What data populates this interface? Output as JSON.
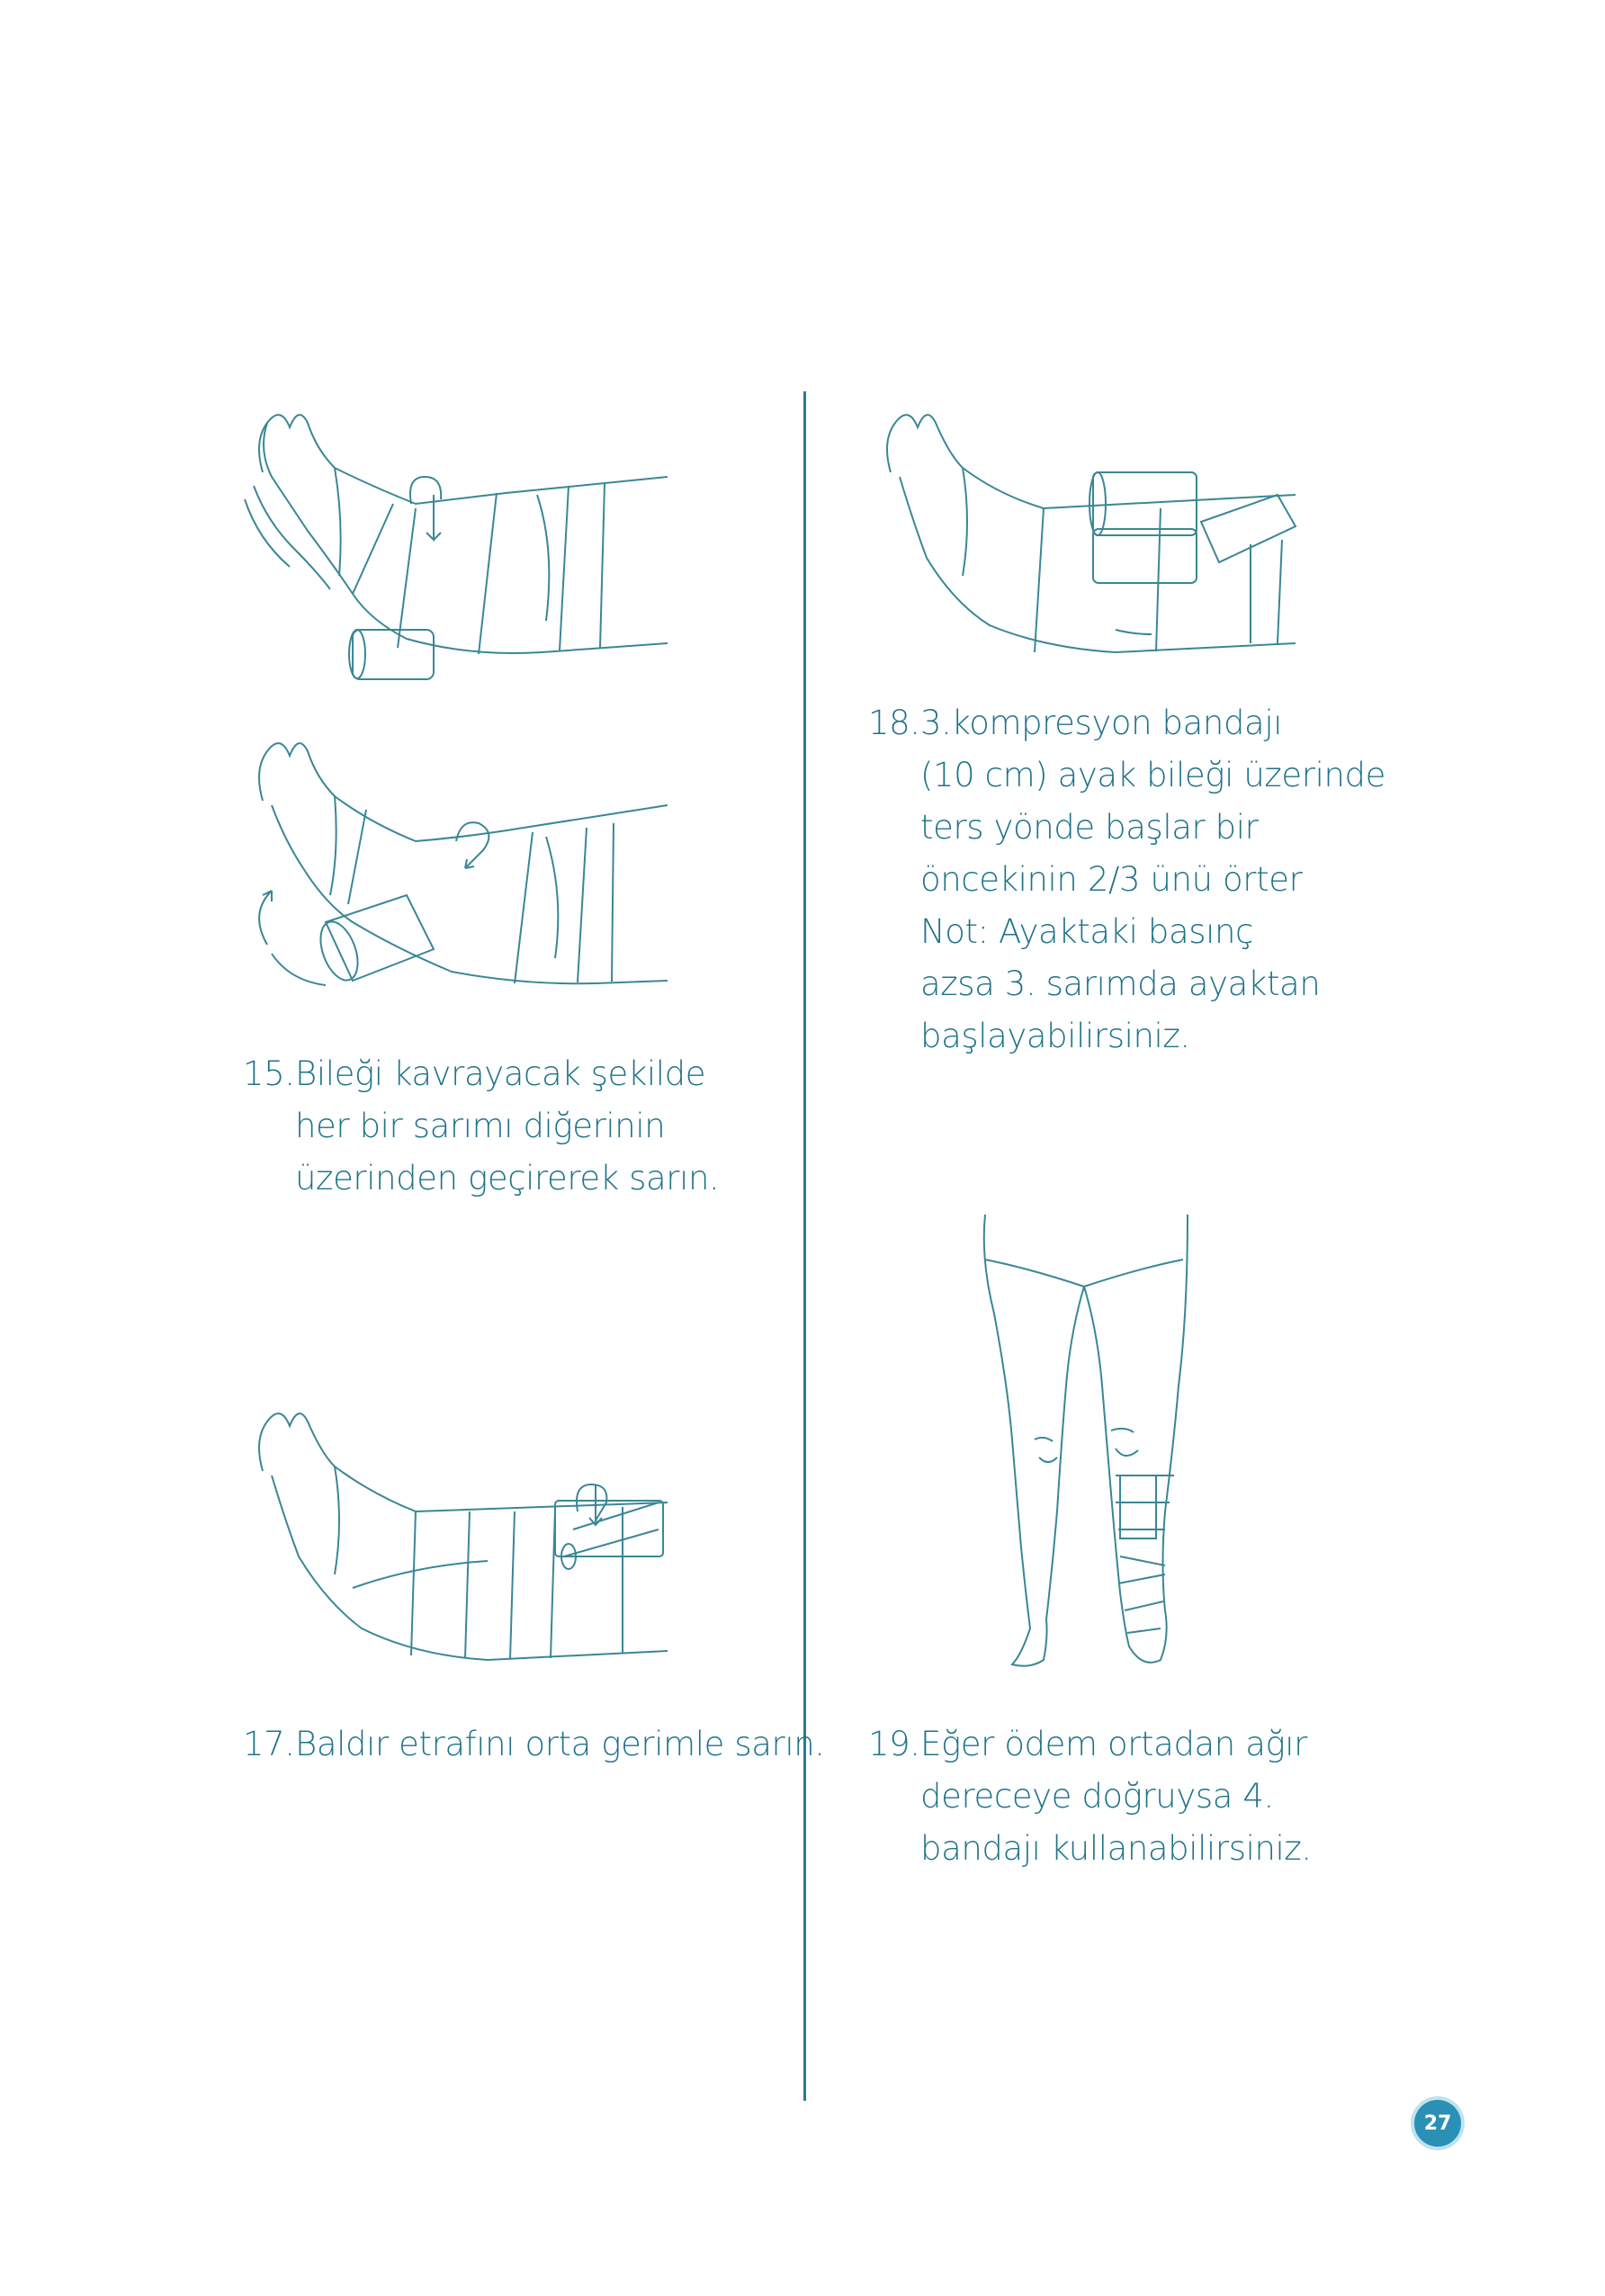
{
  "steps": [
    {
      "number": "15.",
      "lines": [
        "Bileği kavrayacak şekilde",
        "her bir sarımı diğerinin",
        "üzerinden geçirerek sarın."
      ]
    },
    {
      "number": "17.",
      "lines": [
        "Baldır etrafını orta gerimle sarın."
      ]
    },
    {
      "number": "18.",
      "lines": [
        "3.kompresyon bandajı",
        "(10 cm) ayak bileği üzerinde",
        "ters yönde başlar bir",
        "öncekinin 2/3 ünü örter",
        "Not: Ayaktaki basınç",
        "azsa 3. sarımda ayaktan",
        "başlayabilirsiniz."
      ]
    },
    {
      "number": "19.",
      "lines": [
        "Eğer ödem ortadan ağır",
        "dereceye doğruysa 4.",
        "bandajı kullanabilirsiniz."
      ]
    }
  ],
  "page_number": "27",
  "colors": {
    "text": "#1f7389",
    "line": "#2a7c8d",
    "badge": "#2a90b5"
  }
}
